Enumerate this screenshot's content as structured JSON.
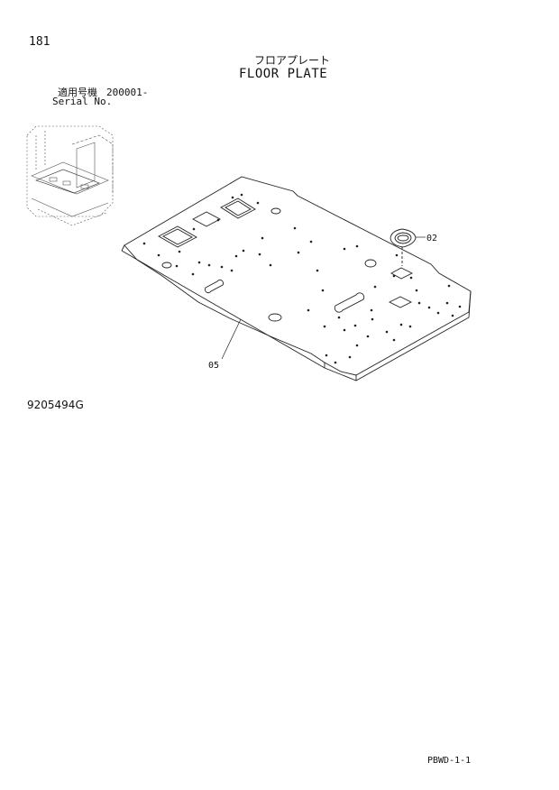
{
  "page": {
    "number": "181",
    "code": "PBWD-1-1"
  },
  "title": {
    "japanese": "フロアプレート",
    "english": "FLOOR PLATE"
  },
  "serial": {
    "label_jp": "適用号機",
    "value": "200001-",
    "label_en": "Serial No."
  },
  "drawing": {
    "number": "9205494G",
    "callouts": [
      {
        "ref": "02"
      },
      {
        "ref": "05"
      }
    ]
  }
}
